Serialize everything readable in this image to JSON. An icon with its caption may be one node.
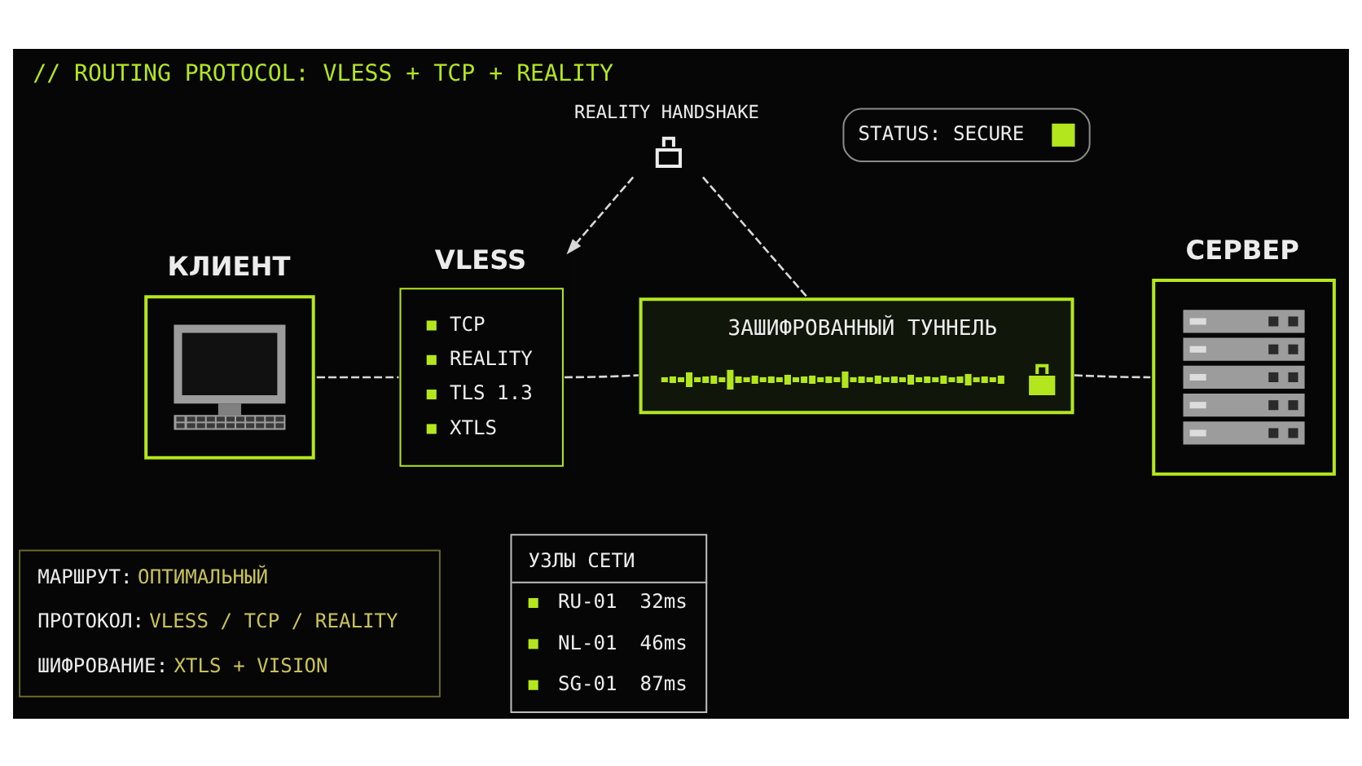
{
  "diagram": {
    "title": "// ROUTING PROTOCOL: VLESS + TCP + REALITY",
    "nodes": [
      {
        "text": [
          "КЛИЕНТ"
        ]
      },
      {
        "text": [
          "VLESS",
          "TCP",
          "REALITY",
          "TLS 1.3",
          "XTLS"
        ]
      },
      {
        "text": [
          "ЗАШИФРОВАННЫЙ ТУННЕЛЬ"
        ]
      },
      {
        "text": [
          "СЕРВЕР"
        ]
      },
      {
        "text": [
          "REALITY HANDSHAKE"
        ]
      },
      {
        "text": [
          "STATUS: SECURE"
        ]
      },
      {
        "text": [
          "МАРШРУТ: ОПТИМАЛЬНЫЙ",
          "ПРОТОКОЛ: VLESS / TCP / REALITY",
          "ШИФРОВАНИЕ: XTLS + VISION"
        ]
      },
      {
        "text": [
          "УЗЛЫ СЕТИ",
          "RU-01",
          "32ms",
          "NL-01",
          "46ms",
          "SG-01",
          "87ms"
        ]
      }
    ],
    "edges": [
      {
        "from": 0,
        "to": 1,
        "arrow": "none",
        "style": "dashed"
      },
      {
        "from": 1,
        "to": 2,
        "arrow": "none",
        "style": "dashed"
      },
      {
        "from": 2,
        "to": 3,
        "arrow": "none",
        "style": "dashed"
      },
      {
        "from": 4,
        "to": 2,
        "arrow": "none",
        "style": "dashed"
      },
      {
        "from": 4,
        "to": 1,
        "arrow": "to",
        "style": "dashed"
      }
    ]
  }
}
